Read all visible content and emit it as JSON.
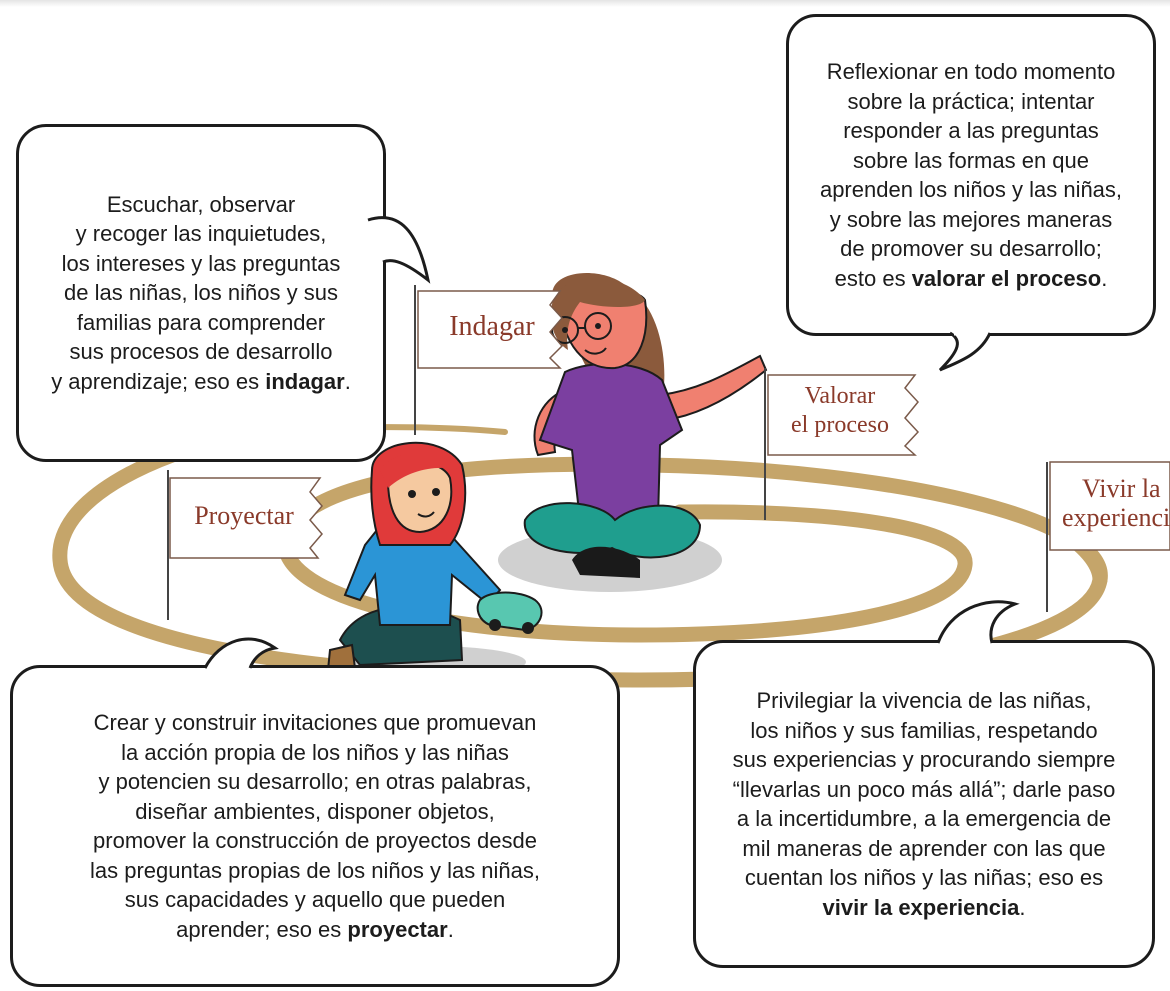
{
  "flags": {
    "indagar": "Indagar",
    "valorar_1": "Valorar",
    "valorar_2": "el proceso",
    "proyectar": "Proyectar",
    "vivir_1": "Vivir la",
    "vivir_2": "experiencia"
  },
  "bubbles": {
    "indagar": {
      "lines": [
        "Escuchar, observar",
        "y recoger las inquietudes,",
        "los intereses y las preguntas",
        "de las niñas, los niños y sus",
        "familias para comprender",
        "sus procesos de desarrollo"
      ],
      "last_prefix": "y aprendizaje; eso es ",
      "last_bold": "indagar",
      "last_suffix": "."
    },
    "valorar": {
      "lines": [
        "Reflexionar en todo momento",
        "sobre la práctica; intentar",
        "responder a las preguntas",
        "sobre las formas en que",
        "aprenden los niños y las niñas,",
        "y sobre las mejores maneras",
        "de promover su desarrollo;"
      ],
      "last_prefix": "esto es ",
      "last_bold": "valorar el proceso",
      "last_suffix": "."
    },
    "proyectar": {
      "lines": [
        "Crear y construir invitaciones que promuevan",
        "la acción propia de los niños y las niñas",
        "y potencien su desarrollo; en otras palabras,",
        "diseñar ambientes, disponer objetos,",
        "promover la construcción de proyectos desde",
        "las preguntas propias de los niños y las niñas,",
        "sus capacidades y aquello que pueden"
      ],
      "last_prefix": "aprender; eso es ",
      "last_bold": "proyectar",
      "last_suffix": "."
    },
    "vivir": {
      "lines": [
        "Privilegiar la vivencia de las niñas,",
        "los niños y sus familias, respetando",
        "sus experiencias y procurando siempre",
        "“llevarlas un poco más allá”; darle paso",
        "a la incertidumbre, a la emergencia de",
        "mil maneras de aprender con las que",
        "cuentan los niños y las niñas; eso es"
      ],
      "last_prefix": "",
      "last_bold": "vivir la experiencia",
      "last_suffix": "."
    }
  },
  "colors": {
    "spiral": "#c5a56a",
    "flag_text": "#8a3a2a",
    "outline": "#1c1c1c"
  }
}
